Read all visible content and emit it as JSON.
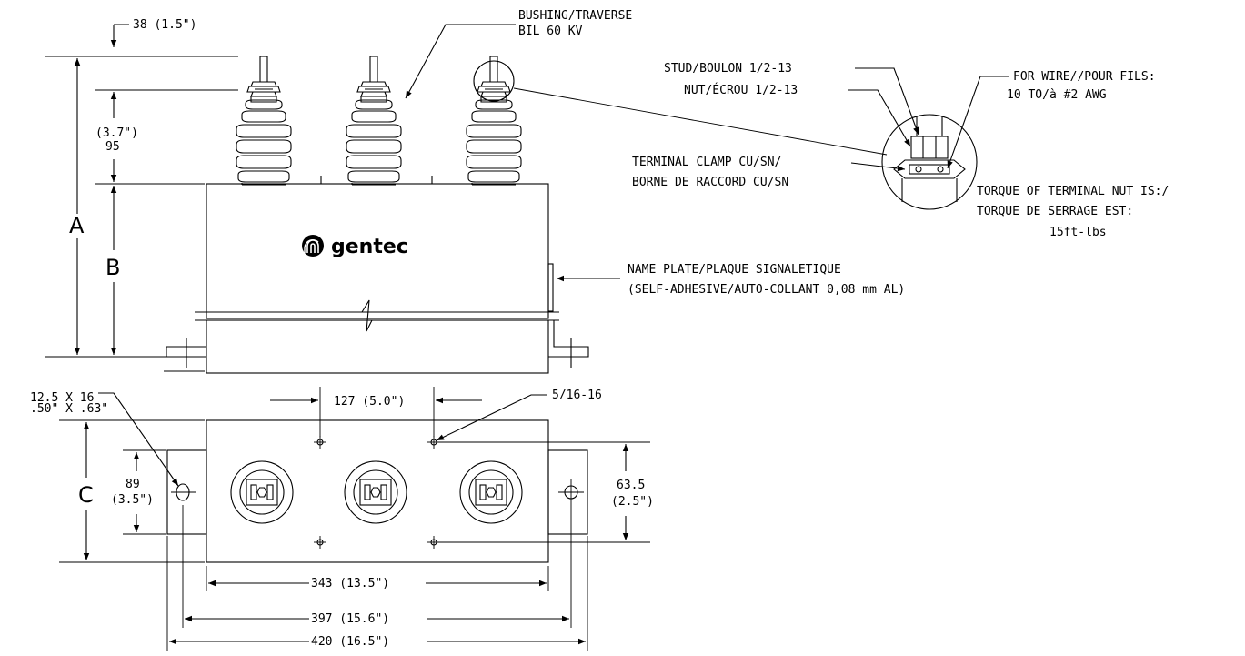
{
  "labels": {
    "top_dim": "38 (1.5\")",
    "bushing_line1": "BUSHING/TRAVERSE",
    "bushing_line2": "BIL 60 KV",
    "stud": "STUD/BOULON 1/2-13",
    "nut": "NUT/ÉCROU 1/2-13",
    "wire_line1": "FOR WIRE//POUR FILS:",
    "wire_line2": "10 TO/à #2 AWG",
    "terminal_line1": "TERMINAL CLAMP CU/SN/",
    "terminal_line2": "BORNE DE RACCORD CU/SN",
    "torque_line1": "TORQUE OF TERMINAL NUT IS:/",
    "torque_line2": "TORQUE DE SERRAGE EST:",
    "torque_line3": "15ft-lbs",
    "dim_95_in": "(3.7\")",
    "dim_95": "95",
    "letter_a": "A",
    "letter_b": "B",
    "letter_c": "C",
    "brand": "gentec",
    "nameplate_line1": "NAME PLATE/PLAQUE SIGNALETIQUE",
    "nameplate_line2": "(SELF-ADHESIVE/AUTO-COLLANT 0,08 mm AL)",
    "slot_line1": "12.5 X 16",
    "slot_line2": ".50\" X .63\"",
    "dim_127": "127  (5.0\")",
    "thread": "5/16-16",
    "dim_89": "89",
    "dim_89_in": "(3.5\")",
    "dim_63": "63.5",
    "dim_63_in": "(2.5\")",
    "dim_343": "343 (13.5\")",
    "dim_397": "397 (15.6\")",
    "dim_420": "420 (16.5\")"
  },
  "icons": {
    "logo": "gentec-swirl-logo"
  }
}
